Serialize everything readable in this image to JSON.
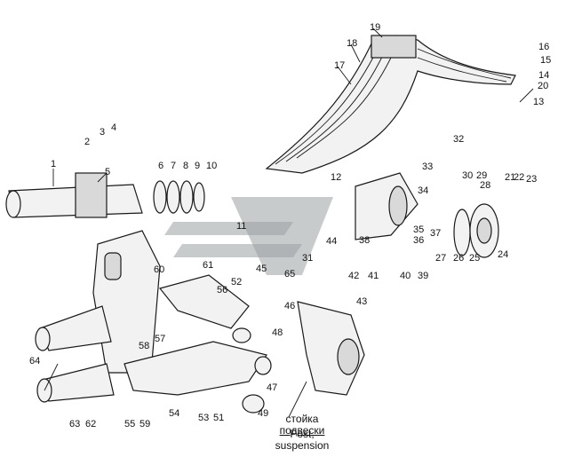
{
  "caption": {
    "ru_line1": "стойка",
    "ru_line2": "подвески",
    "en_line1": "Post,",
    "en_line2": "suspension"
  },
  "callouts": [
    "1",
    "2",
    "3",
    "4",
    "5",
    "6",
    "7",
    "8",
    "9",
    "10",
    "11",
    "12",
    "13",
    "14",
    "15",
    "16",
    "17",
    "18",
    "19",
    "20",
    "21",
    "22",
    "23",
    "24",
    "25",
    "26",
    "27",
    "28",
    "29",
    "30",
    "31",
    "32",
    "33",
    "34",
    "35",
    "36",
    "37",
    "38",
    "39",
    "40",
    "41",
    "42",
    "43",
    "44",
    "45",
    "46",
    "47",
    "48",
    "49",
    "51",
    "52",
    "53",
    "54",
    "55",
    "56",
    "57",
    "58",
    "59",
    "60",
    "61",
    "62",
    "63",
    "64",
    "65"
  ]
}
